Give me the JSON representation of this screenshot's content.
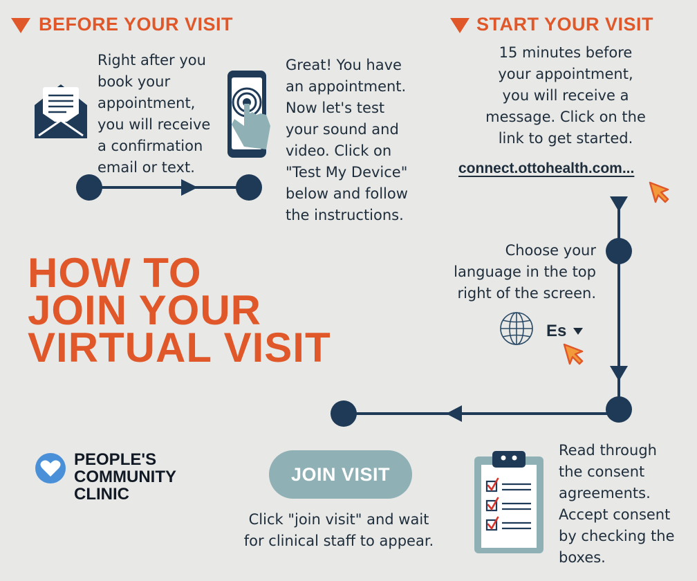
{
  "sections": {
    "before_heading": "BEFORE YOUR VISIT",
    "start_heading": "START YOUR VISIT"
  },
  "steps": {
    "step1": [
      "Right after you",
      "book your",
      "appointment,",
      "you will receive",
      "a confirmation",
      "email or text."
    ],
    "step2": [
      "Great! You have",
      "an appointment.",
      "Now let's test",
      "your sound and",
      "video. Click on",
      "\"Test My Device\"",
      "below and follow",
      "the instructions."
    ],
    "step3": [
      "15 minutes before",
      "your appointment,",
      "you will receive a",
      "message. Click on the",
      "link to get started."
    ],
    "step4": [
      "Choose your",
      "language in the top",
      "right of the screen."
    ],
    "step5": [
      "Read through",
      "the consent",
      "agreements.",
      "Accept consent",
      "by checking the",
      "boxes."
    ],
    "step6": [
      "Click \"join visit\" and wait",
      "for clinical staff to appear."
    ]
  },
  "link_text": "connect.ottohealth.com...",
  "language_code": "Es",
  "title": [
    "HOW TO",
    "JOIN YOUR",
    "VIRTUAL VISIT"
  ],
  "join_button": "JOIN VISIT",
  "logo": [
    "PEOPLE'S",
    "COMMUNITY",
    "CLINIC"
  ],
  "colors": {
    "accent": "#e0582a",
    "navy": "#1e3a56",
    "teal": "#8fb1b6",
    "background": "#e8e8e6"
  },
  "icons": [
    "triangle-down-icon",
    "envelope-icon",
    "phone-touch-icon",
    "cursor-icon",
    "globe-icon",
    "clipboard-checklist-icon",
    "heart-icon"
  ]
}
